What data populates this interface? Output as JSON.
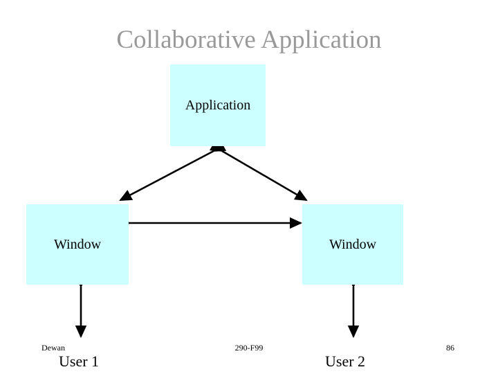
{
  "slide": {
    "title": "Collaborative Application",
    "title_color": "#999999",
    "background_color": "#ffffff",
    "box_fill_color": "#ccffff",
    "arrow_color": "#000000"
  },
  "boxes": [
    {
      "id": "application",
      "label": "Application"
    },
    {
      "id": "window-left",
      "label": "Window"
    },
    {
      "id": "window-right",
      "label": "Window"
    }
  ],
  "users": [
    {
      "id": "user-1",
      "label": "User 1"
    },
    {
      "id": "user-2",
      "label": "User 2"
    }
  ],
  "connectors": [
    {
      "name": "application-to-window-left",
      "style": "double-headed-diagonal"
    },
    {
      "name": "application-to-window-right",
      "style": "double-headed-diagonal"
    },
    {
      "name": "window-left-to-window-right",
      "style": "double-headed-horizontal"
    },
    {
      "name": "window-left-to-user-1",
      "style": "double-headed-vertical"
    },
    {
      "name": "window-right-to-user-2",
      "style": "double-headed-vertical"
    }
  ],
  "footer": {
    "author": "Dewan",
    "course": "290-F99",
    "page_number": "86"
  }
}
